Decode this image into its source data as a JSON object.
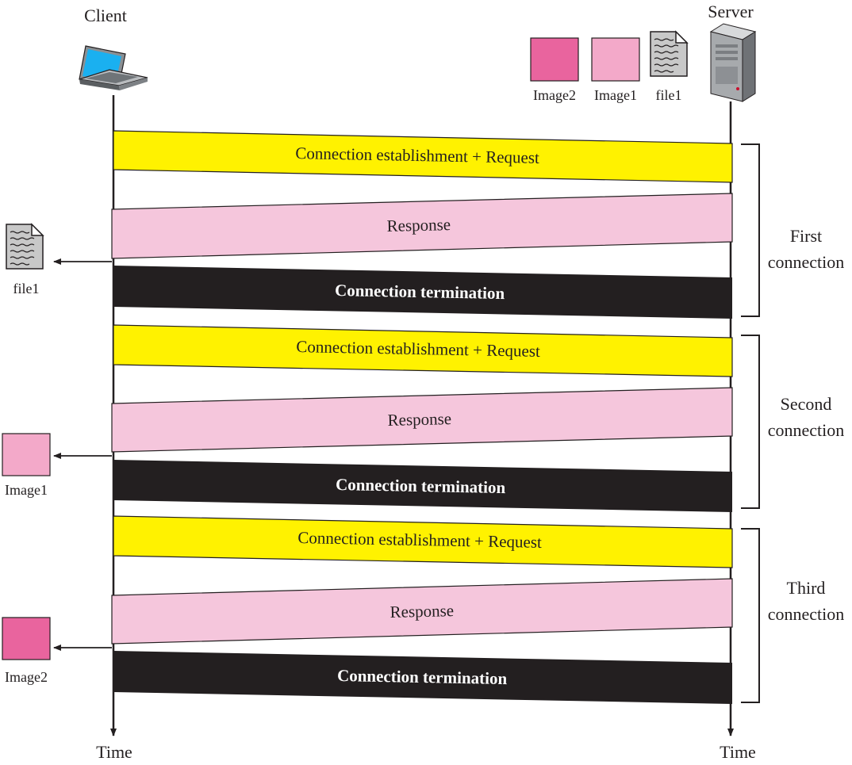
{
  "client": {
    "label": "Client",
    "time_label": "Time"
  },
  "server": {
    "label": "Server",
    "time_label": "Time",
    "objects": [
      {
        "label": "Image2",
        "kind": "image",
        "color": "#e9649e"
      },
      {
        "label": "Image1",
        "kind": "image",
        "color": "#f3a9c9"
      },
      {
        "label": "file1",
        "kind": "file"
      }
    ]
  },
  "colors": {
    "request": "#fff200",
    "response": "#f5c6dc",
    "termination": "#231f20",
    "image1": "#f3a9c9",
    "image2": "#e9649e"
  },
  "connections": [
    {
      "bracket_line1": "First",
      "bracket_line2": "connection",
      "request": "Connection establishment + Request",
      "response": "Response",
      "termination": "Connection termination",
      "received": {
        "label": "file1",
        "kind": "file"
      }
    },
    {
      "bracket_line1": "Second",
      "bracket_line2": "connection",
      "request": "Connection establishment + Request",
      "response": "Response",
      "termination": "Connection termination",
      "received": {
        "label": "Image1",
        "kind": "image"
      }
    },
    {
      "bracket_line1": "Third",
      "bracket_line2": "connection",
      "request": "Connection establishment + Request",
      "response": "Response",
      "termination": "Connection termination",
      "received": {
        "label": "Image2",
        "kind": "image"
      }
    }
  ]
}
